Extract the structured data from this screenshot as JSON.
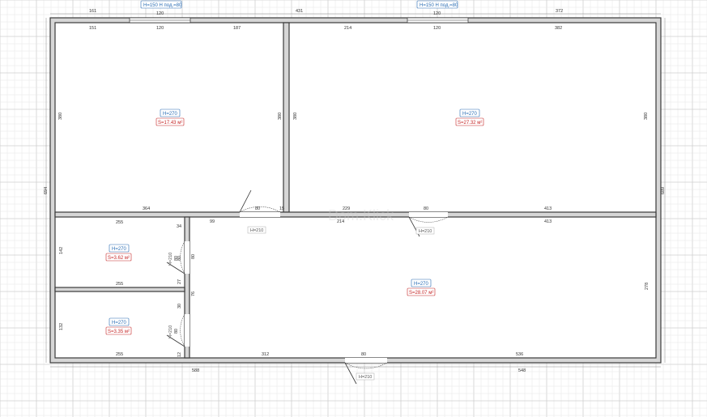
{
  "plan": {
    "top_outer": {
      "a": "161",
      "b": "431",
      "c": "372"
    },
    "window_tags": {
      "left": "H=150  H под.=80",
      "right": "H=150  H под.=80"
    },
    "top_inner": {
      "a": "151",
      "b": "120",
      "c": "187",
      "d": "214",
      "e": "120",
      "f": "382"
    },
    "window_widths": {
      "left": "120",
      "right": "120"
    },
    "room1": {
      "height": "H=270",
      "area": "S=17.43 м²",
      "left": "380",
      "right": "380",
      "bottom": "364"
    },
    "room2": {
      "height": "H=270",
      "area": "S=27.32 м²",
      "left": "380",
      "right": "380",
      "bottom_a": "229",
      "bottom_b": "413"
    },
    "room3": {
      "height": "H=270",
      "area": "S=3.62 м²",
      "top": "255",
      "top_side": "34",
      "bottom": "255",
      "left": "142",
      "door": "H=210",
      "door_w": "80",
      "side_a": "80",
      "side_b": "27"
    },
    "room4": {
      "height": "H=270",
      "area": "S=3.35 м²",
      "left": "132",
      "bottom": "255",
      "door": "H=210",
      "door_w": "80",
      "side_a": "30",
      "side_b": "12"
    },
    "hall": {
      "height": "H=270",
      "area": "S=28.07 м²",
      "top_a": "99",
      "top_b": "214",
      "top_c": "413",
      "right": "278",
      "bottom_a": "312",
      "bottom_b": "536",
      "mid_a": "76",
      "mid_b": "80"
    },
    "doors": {
      "d1": "H=210",
      "d1w": "80",
      "d2": "H=210",
      "d2w": "80",
      "d3": "H=210",
      "d3w": "80",
      "d1_small": "15",
      "d1_mid": "80"
    },
    "outer_left": "694",
    "outer_right": "689",
    "bottom_outer": {
      "a": "588",
      "b": "548"
    },
    "watermark": "Dom.Klick"
  }
}
